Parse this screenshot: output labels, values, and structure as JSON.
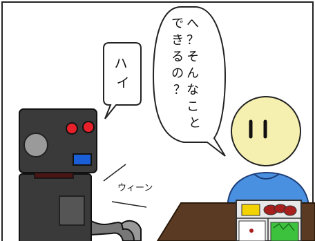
{
  "comic": {
    "robot_speech": [
      "ハ",
      "イ"
    ],
    "person_speech_col1": [
      "へ",
      "？",
      "そ",
      "ん",
      "な",
      "こ",
      "と"
    ],
    "person_speech_col2": [
      "で",
      "き",
      "る",
      "の",
      "？"
    ],
    "sound_effect": "ウィーン"
  },
  "colors": {
    "robot_body": "#3a3a3a",
    "robot_eye": "#e8202a",
    "robot_mouth": "#1a5fd8",
    "robot_ear": "#9a9a9a",
    "face": "#f6f0b0",
    "shirt": "#4a90e0",
    "table": "#5a3a22",
    "lunch_yellow": "#f2d200",
    "lunch_red": "#a8201e",
    "lunch_green": "#3cc23c"
  }
}
